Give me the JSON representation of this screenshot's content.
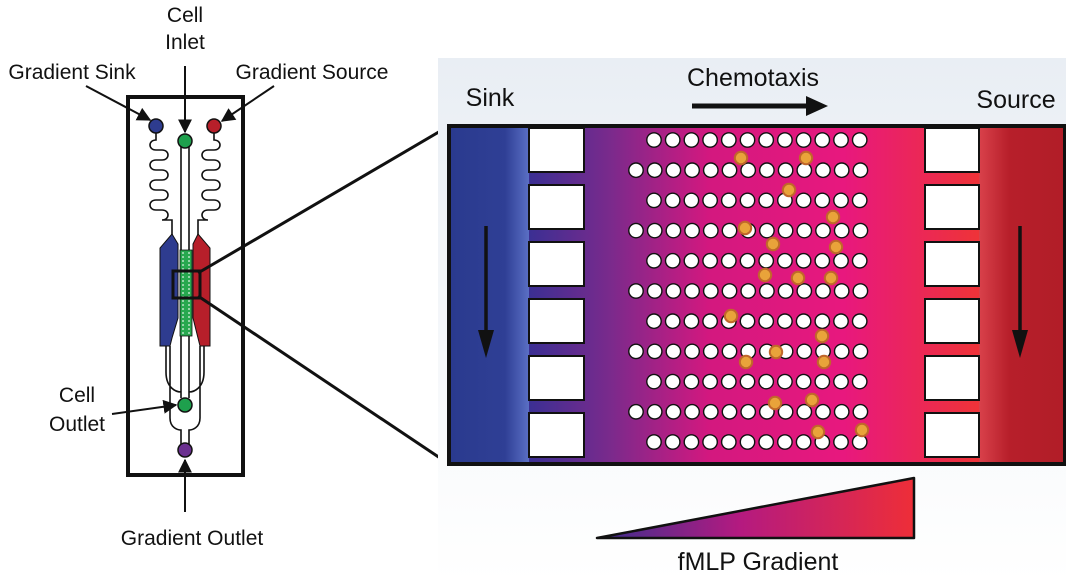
{
  "labels": {
    "cell_inlet": [
      "Cell",
      "Inlet"
    ],
    "gradient_sink": "Gradient Sink",
    "gradient_source": "Gradient Source",
    "cell_outlet": [
      "Cell",
      "Outlet"
    ],
    "gradient_outlet": "Gradient Outlet",
    "sink": "Sink",
    "source": "Source",
    "chemotaxis": "Chemotaxis",
    "fmlp_gradient": "fMLP Gradient"
  },
  "colors": {
    "sink_blue": "#2e3c8f",
    "source_red": "#b71f2a",
    "gradient_pink": "#e8177f",
    "gradient_purple": "#5b2c8f",
    "inlet_green": "#1ea04d",
    "outlet_purple": "#6b3090",
    "cell_fill": "#e9a33a",
    "cell_ring": "#c0672a",
    "outline": "#111111"
  },
  "icons": {
    "flow_arrow": "arrow-down-icon",
    "chemotaxis_arrow": "arrow-right-icon",
    "cell": "neutrophil-cell-icon",
    "pillar": "micro-pillar-icon"
  }
}
